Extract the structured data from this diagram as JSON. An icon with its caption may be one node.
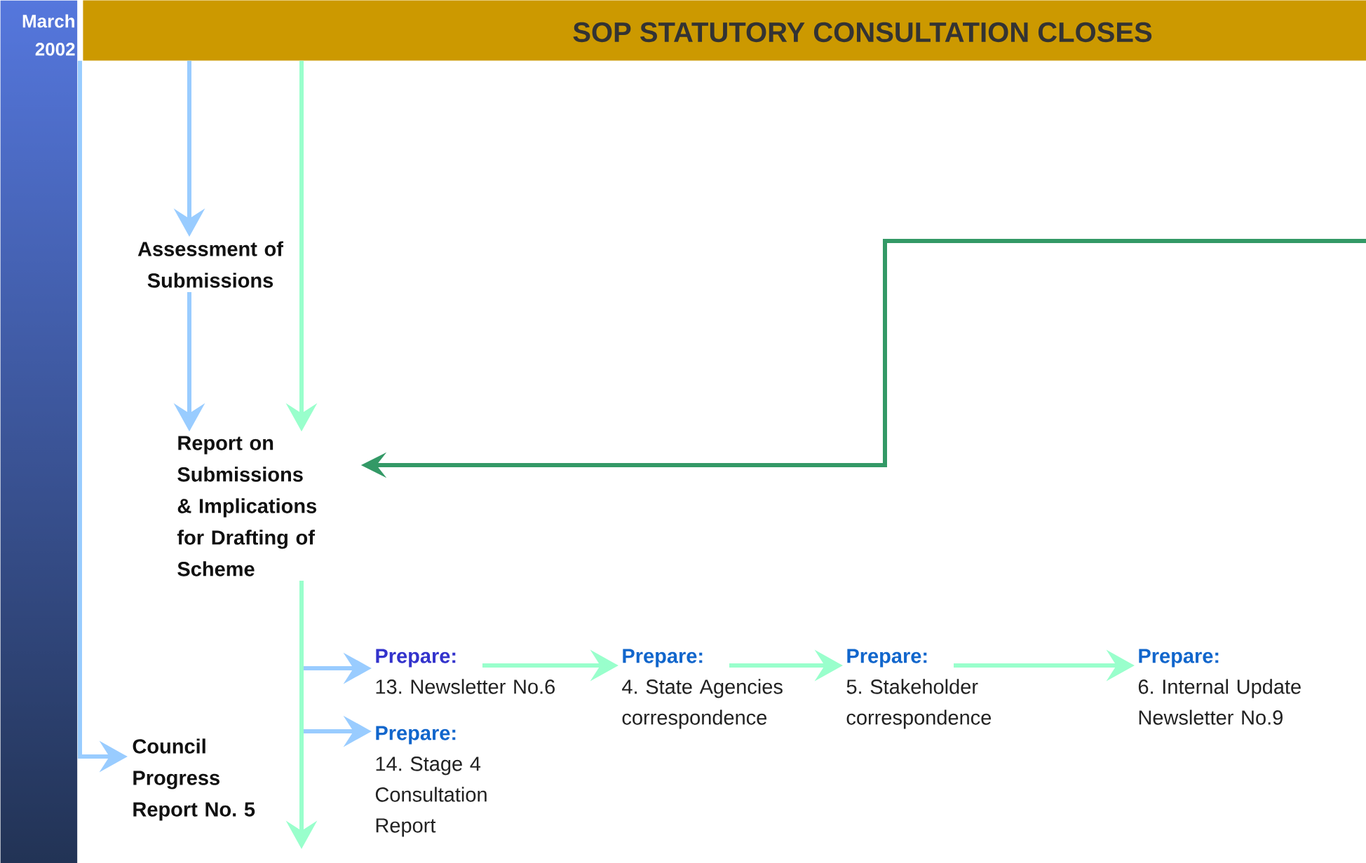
{
  "diagram": {
    "nodes": [
      {
        "text": [
          "March 2002"
        ]
      },
      {
        "text": [
          "SOP STATUTORY CONSULTATION CLOSES"
        ]
      },
      {
        "text": [
          "Assessment of Submissions"
        ]
      },
      {
        "text": [
          "Report on Submissions & Implications for Drafting of Scheme"
        ]
      },
      {
        "text": [
          "Prepare:",
          "13. Newsletter No.6"
        ]
      },
      {
        "text": [
          "Prepare:",
          "14. Stage 4 Consultation Report"
        ]
      },
      {
        "text": [
          "Prepare:",
          "4. State Agencies correspondence"
        ]
      },
      {
        "text": [
          "Prepare:",
          "5. Stakeholder correspondence"
        ]
      },
      {
        "text": [
          "Prepare:",
          "6. Internal Update Newsletter No.9"
        ]
      },
      {
        "text": [
          "Council Progress Report No. 5"
        ]
      }
    ],
    "edges": [
      {
        "from": 1,
        "to": 2,
        "arrow": "to"
      },
      {
        "from": 2,
        "to": 3,
        "arrow": "to"
      },
      {
        "from": 1,
        "to": 3,
        "arrow": "to",
        "color": "#99ffcc"
      },
      {
        "from": null,
        "to": 3,
        "arrow": "to",
        "color": "#339966"
      },
      {
        "from": 3,
        "to": 4,
        "arrow": "to"
      },
      {
        "from": 3,
        "to": 5,
        "arrow": "to"
      },
      {
        "from": 3,
        "to": null,
        "arrow": "to",
        "color": "#99ffcc"
      },
      {
        "from": 4,
        "to": 6,
        "arrow": "to",
        "color": "#99ffcc"
      },
      {
        "from": 6,
        "to": 7,
        "arrow": "to",
        "color": "#99ffcc"
      },
      {
        "from": 7,
        "to": 8,
        "arrow": "to",
        "color": "#99ffcc"
      },
      {
        "from": 1,
        "to": 9,
        "arrow": "to"
      }
    ]
  }
}
